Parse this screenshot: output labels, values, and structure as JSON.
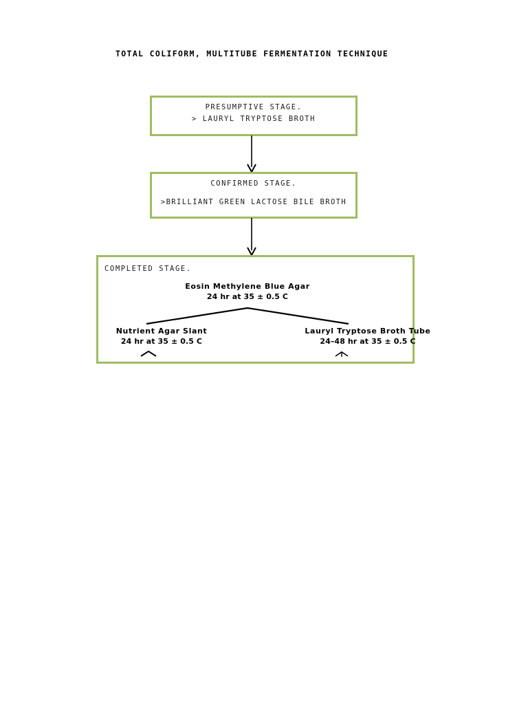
{
  "document": {
    "title": "TOTAL COLIFORM, MULTITUBE FERMENTATION TECHNIQUE"
  },
  "colors": {
    "box_border": "#9ebd62",
    "text": "#000000",
    "connector": "#000000",
    "background": "#ffffff"
  },
  "flowchart": {
    "type": "flowchart",
    "orientation": "top-to-bottom",
    "stages": [
      {
        "id": "presumptive",
        "heading": "PRESUMPTIVE STAGE.",
        "medium": "> LAURYL TRYPTOSE BROTH"
      },
      {
        "id": "confirmed",
        "heading": "CONFIRMED STAGE.",
        "medium": ">BRILLIANT GREEN LACTOSE BILE BROTH"
      },
      {
        "id": "completed",
        "heading": "COMPLETED STAGE.",
        "primary_medium": {
          "name": "Eosin Methylene Blue Agar",
          "incubation": "24 hr at 35 ± 0.5 C"
        },
        "branches": [
          {
            "id": "nutrient-agar-slant",
            "name": "Nutrient Agar Slant",
            "incubation": "24 hr at 35 ± 0.5 C"
          },
          {
            "id": "lauryl-tryptose-broth-tube",
            "name": "Lauryl Tryptose Broth Tube",
            "incubation": "24–48 hr at 35 ± 0.5 C"
          }
        ]
      }
    ],
    "connectors": [
      {
        "id": "presumptive-to-confirmed",
        "shape": "down-arrow"
      },
      {
        "id": "confirmed-to-completed",
        "shape": "down-arrow"
      },
      {
        "id": "emb-fork",
        "shape": "inverted-v"
      }
    ]
  }
}
